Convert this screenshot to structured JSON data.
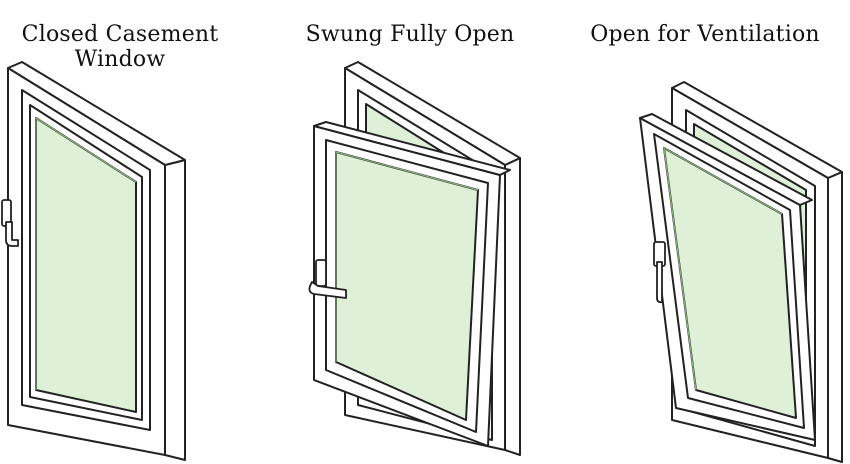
{
  "diagram": {
    "panels": [
      {
        "id": "closed",
        "caption_lines": [
          "Closed Casement",
          "Window"
        ]
      },
      {
        "id": "swung",
        "caption_lines": [
          "Swung Fully Open"
        ]
      },
      {
        "id": "tilt",
        "caption_lines": [
          "Open for Ventilation"
        ]
      }
    ],
    "colors": {
      "frame": "#ffffff",
      "stroke": "#222222",
      "glass": "#dff0d8",
      "glass_edge": "#c9e3c0",
      "background": "#ffffff"
    },
    "icons": [
      "window-handle-icon"
    ]
  }
}
